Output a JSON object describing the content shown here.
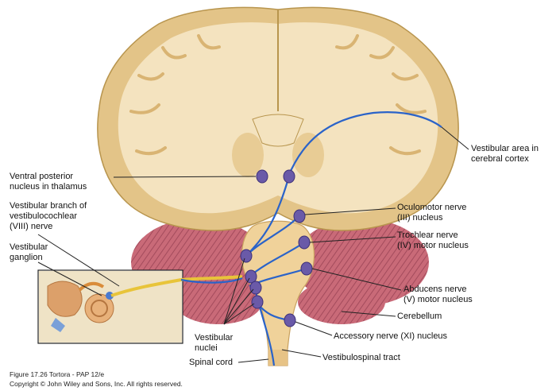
{
  "labels": {
    "ventral_posterior": "Ventral posterior\nnucleus in thalamus",
    "vestibular_branch": "Vestibular branch of\nvestibulocochlear\n(VIII) nerve",
    "vestibular_ganglion": "Vestibular\nganglion",
    "vestibular_area": "Vestibular area in\ncerebral cortex",
    "oculomotor": "Oculomotor nerve\n(III) nucleus",
    "trochlear": "Trochlear nerve\n(IV) motor nucleus",
    "abducens": "Abducens nerve\n(V) motor nucleus",
    "cerebellum": "Cerebellum",
    "accessory": "Accessory nerve (XI) nucleus",
    "vestibulospinal": "Vestibulospinal tract",
    "vestibular_nuclei": "Vestibular\nnuclei",
    "spinal_cord": "Spinal cord"
  },
  "caption": {
    "line1": "Figure 17.26  Tortora - PAP 12/e",
    "line2": "Copyright © John Wiley and Sons, Inc. All rights reserved."
  },
  "colors": {
    "pathway": "#2a63c9",
    "nucleus": "#6a5aa8",
    "white_matter": "#f4e3bf",
    "gray_matter": "#e3c488",
    "cerebellum": "#c96a78",
    "nerve": "#e8c43a"
  }
}
